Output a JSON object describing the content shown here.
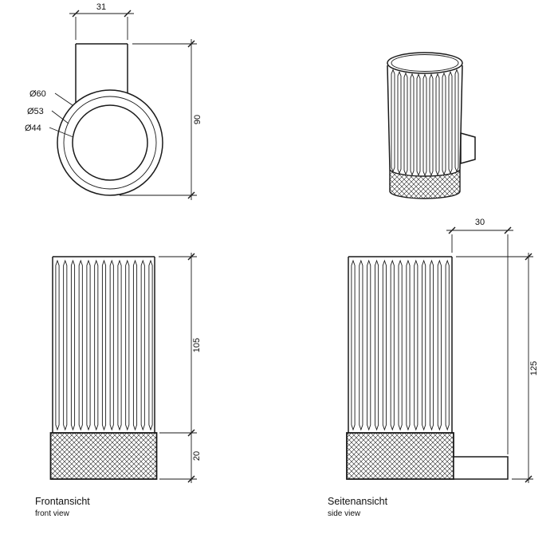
{
  "drawing": {
    "top_view": {
      "dim_width": "31",
      "dim_height": "90",
      "dia_outer": "Ø60",
      "dia_mid": "Ø53",
      "dia_inner": "Ø44"
    },
    "front_view": {
      "dim_body_height": "105",
      "dim_base_height": "20",
      "title": "Frontansicht",
      "subtitle": "front view"
    },
    "side_view": {
      "dim_bracket_depth": "30",
      "dim_total_height": "125",
      "title": "Seitenansicht",
      "subtitle": "side view"
    }
  }
}
